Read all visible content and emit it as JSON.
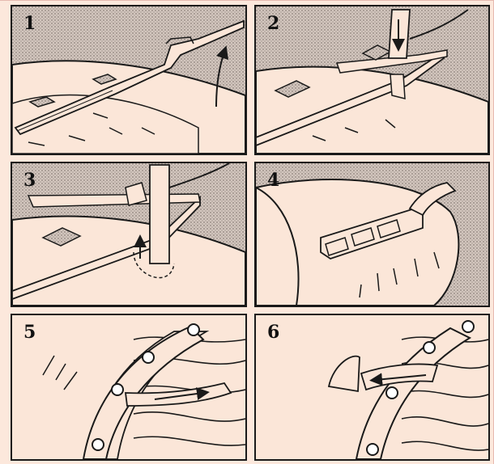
{
  "steps": [
    {
      "number": "1"
    },
    {
      "number": "2"
    },
    {
      "number": "3"
    },
    {
      "number": "4"
    },
    {
      "number": "5"
    },
    {
      "number": "6"
    }
  ],
  "colors": {
    "paper": "#fce8dc",
    "ink": "#1a1a1a",
    "hatch": "#b7aaa2"
  }
}
